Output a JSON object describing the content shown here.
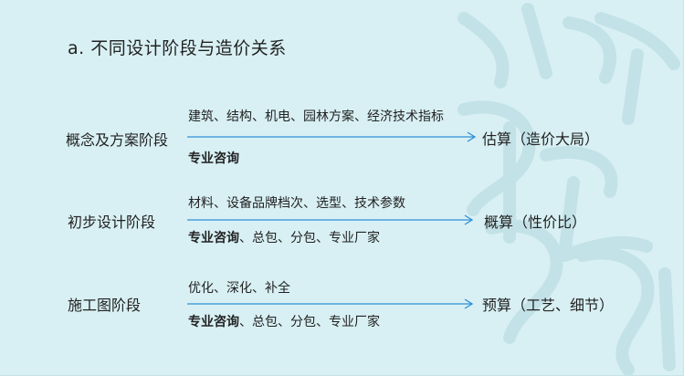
{
  "title": "a.  不同设计阶段与造价关系",
  "stages": [
    {
      "stage": "概念及方案阶段",
      "upper": "建筑、结构、机电、园林方案、经济技术指标",
      "lower_bold": "专业咨询",
      "lower_rest": "",
      "result": "估算（造价大局）"
    },
    {
      "stage": "初步设计阶段",
      "upper": "材料、设备品牌档次、选型、技术参数",
      "lower_bold": "专业咨询",
      "lower_rest": "、总包、分包、专业厂家",
      "result": "概算（性价比）"
    },
    {
      "stage": "施工图阶段",
      "upper": "优化、深化、补全",
      "lower_bold": "专业咨询",
      "lower_rest": "、总包、分包、专业厂家",
      "result": "预算（工艺、细节）"
    }
  ],
  "colors": {
    "background": "#d8f0f4",
    "arrow": "#2e8fd6",
    "text": "#222222"
  }
}
